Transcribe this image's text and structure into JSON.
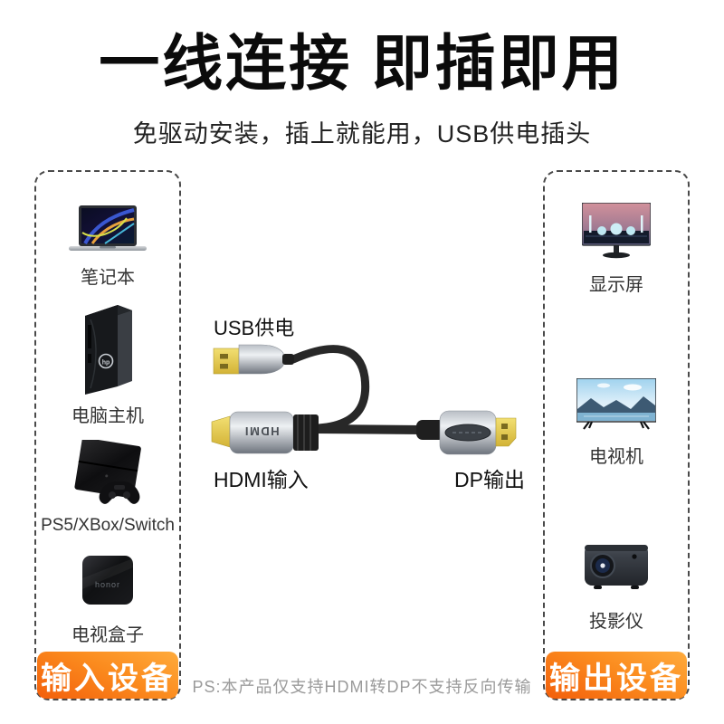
{
  "title": "一线连接 即插即用",
  "subtitle": "免驱动安装，插上就能用，USB供电插头",
  "note": "PS:本产品仅支持HDMI转DP不支持反向传输",
  "colors": {
    "badge_gradient_dark": "#f35f0b",
    "badge_gradient_light": "#ffab3c",
    "dashed_border": "#4a4a4a",
    "note_gray": "#9a9a9a",
    "connector_gold": "#e4c94a"
  },
  "input_panel": {
    "badge": "输入设备",
    "items": [
      {
        "label": "笔记本",
        "icon": "laptop-icon"
      },
      {
        "label": "电脑主机",
        "icon": "desktop-tower-icon",
        "logo": "hp"
      },
      {
        "label": "PS5/XBox/Switch",
        "icon": "game-console-icon"
      },
      {
        "label": "电视盒子",
        "icon": "tv-box-icon",
        "logo": "honor"
      }
    ]
  },
  "output_panel": {
    "badge": "输出设备",
    "items": [
      {
        "label": "显示屏",
        "icon": "monitor-icon"
      },
      {
        "label": "电视机",
        "icon": "tv-icon"
      },
      {
        "label": "投影仪",
        "icon": "projector-icon"
      }
    ]
  },
  "cable": {
    "usb_label": "USB供电",
    "hdmi_label": "HDMI输入",
    "dp_label": "DP输出",
    "hdmi_marking": "HDMI"
  }
}
